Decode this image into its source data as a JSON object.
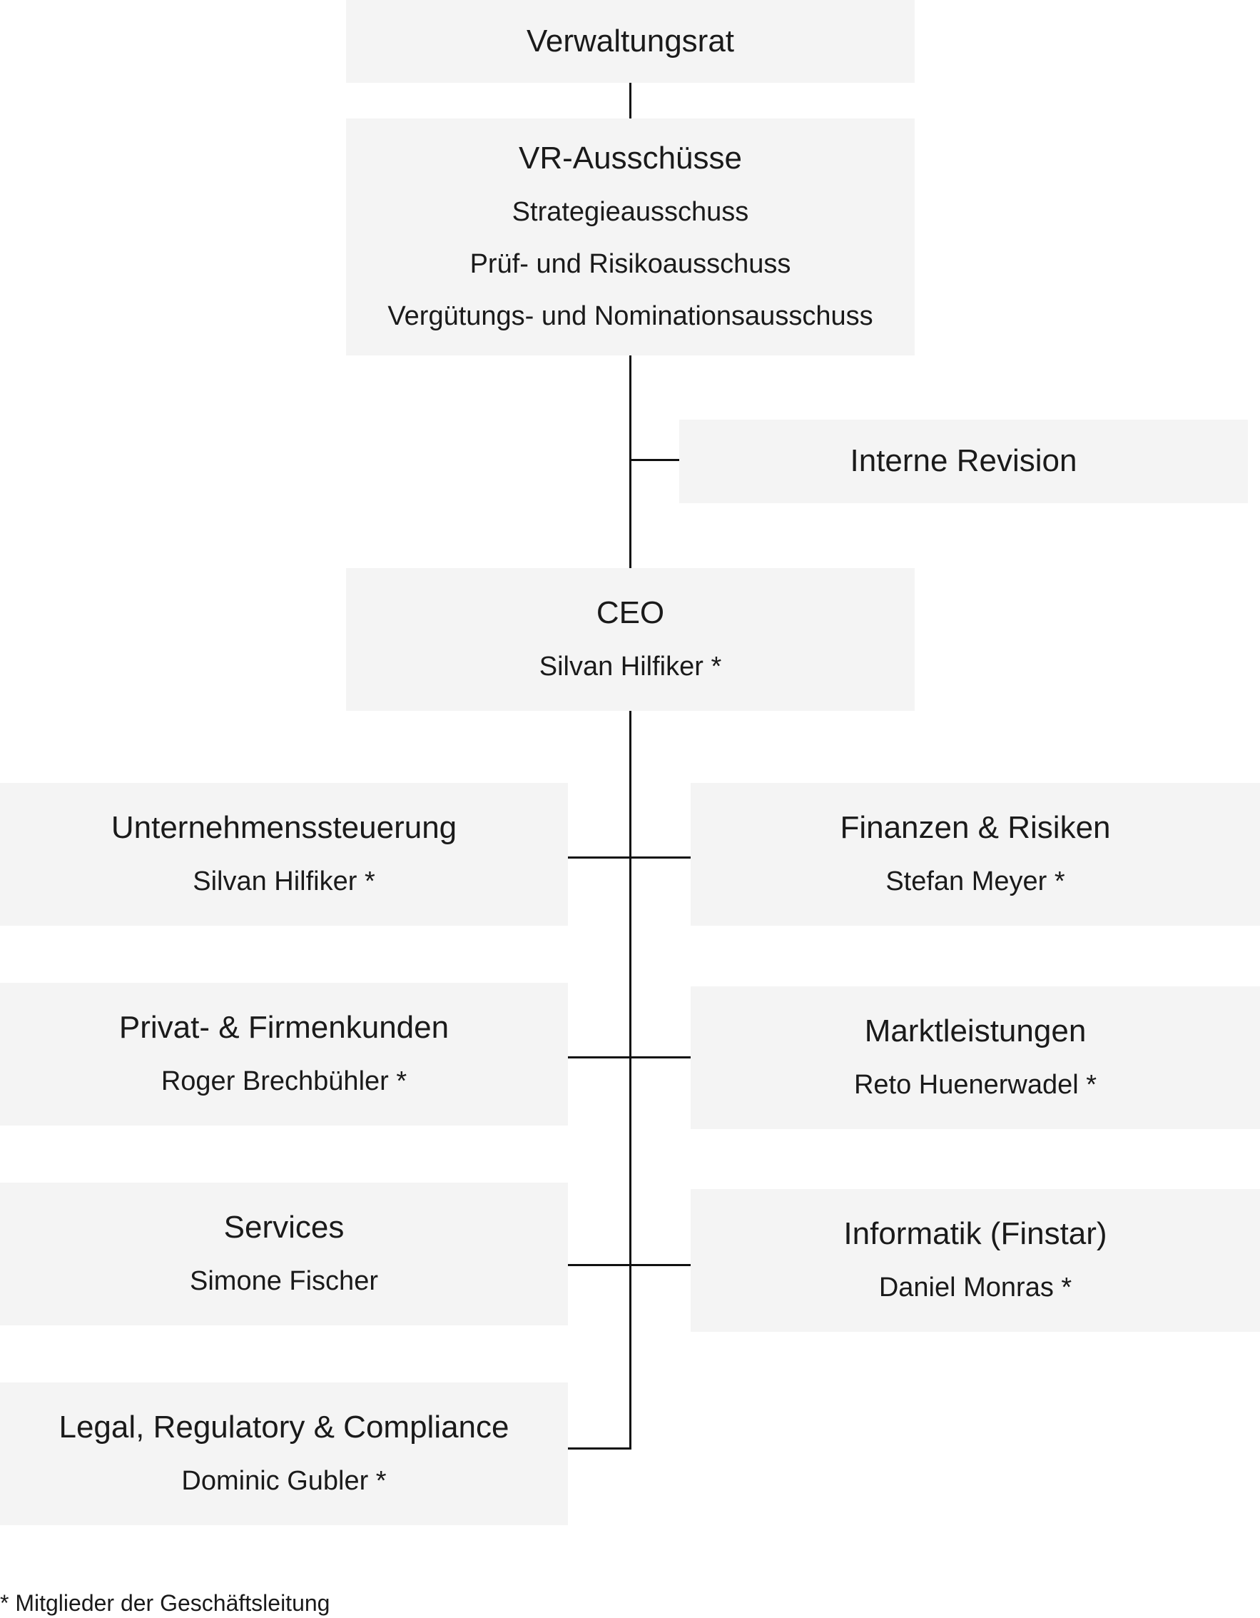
{
  "board": {
    "title": "Verwaltungsrat"
  },
  "committees": {
    "title": "VR-Ausschüsse",
    "items": [
      "Strategieausschuss",
      "Prüf- und Risikoausschuss",
      "Vergütungs- und Nominationsausschuss"
    ]
  },
  "internal_audit": {
    "title": "Interne Revision"
  },
  "ceo": {
    "title": "CEO",
    "person": "Silvan Hilfiker *"
  },
  "departments_left": [
    {
      "title": "Unternehmenssteuerung",
      "person": "Silvan Hilfiker *"
    },
    {
      "title": "Privat- & Firmenkunden",
      "person": "Roger Brechbühler *"
    },
    {
      "title": "Services",
      "person": "Simone Fischer"
    },
    {
      "title": "Legal, Regulatory & Compliance",
      "person": "Dominic Gubler *"
    }
  ],
  "departments_right": [
    {
      "title": "Finanzen & Risiken",
      "person": "Stefan Meyer *"
    },
    {
      "title": "Marktleistungen",
      "person": "Reto Huenerwadel *"
    },
    {
      "title": "Informatik (Finstar)",
      "person": "Daniel Monras *"
    }
  ],
  "footnote": "* Mitglieder der Geschäftsleitung",
  "colors": {
    "box_fill": "#f4f4f4",
    "connector": "#111111",
    "text": "#1a1a1a"
  }
}
